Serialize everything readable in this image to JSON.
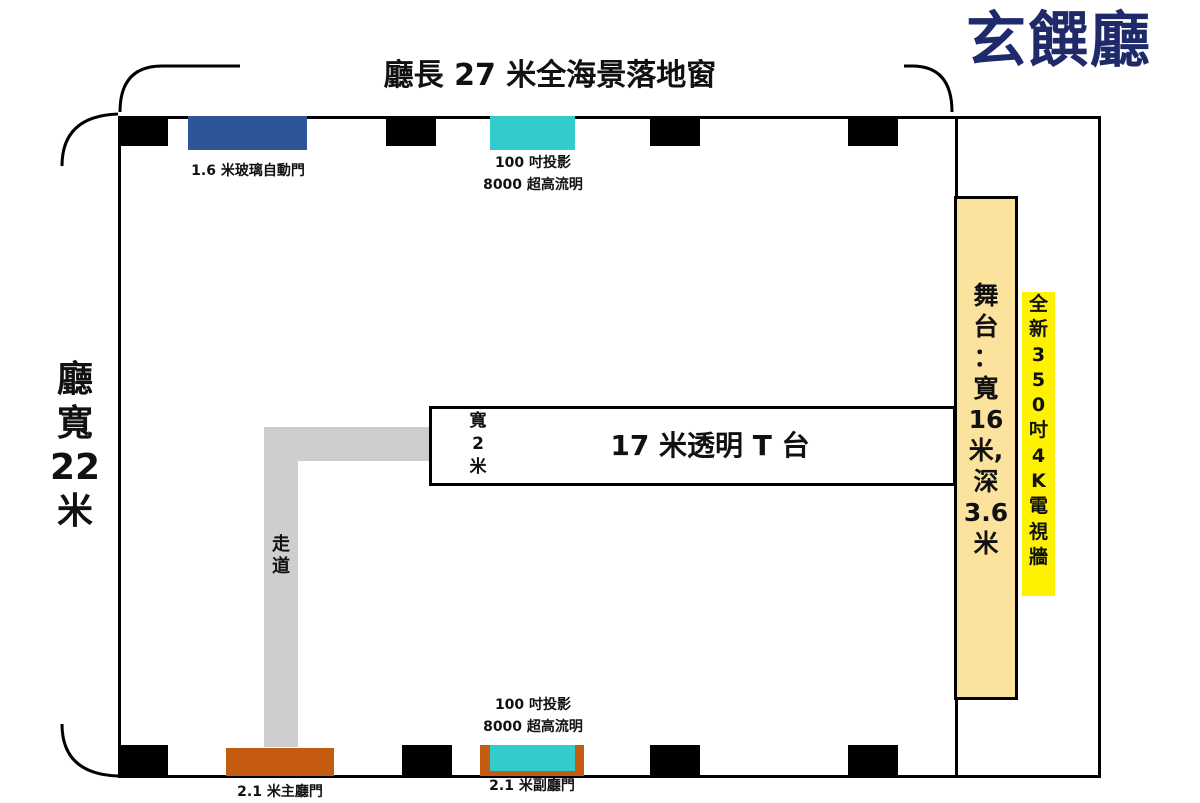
{
  "brand": "玄饌廳",
  "hall_length_label": "廳長 27 米全海景落地窗",
  "hall_width_label": [
    "廳",
    "寬",
    "22",
    "米"
  ],
  "top_door_label": "1.6 米玻璃自動門",
  "projector_top": [
    "100 吋投影",
    "8000 超高流明"
  ],
  "projector_bottom": [
    "100 吋投影",
    "8000 超高流明"
  ],
  "main_door_label": "2.1 米主廳門",
  "side_door_label": "2.1 米副廳門",
  "corridor_label": [
    "走",
    "道"
  ],
  "runway_label": "17 米透明 T 台",
  "runway_width_label": [
    "寬",
    "2",
    "米"
  ],
  "stage_label": [
    "舞",
    "台",
    "：",
    "寬",
    "16",
    "米,",
    "深",
    "3.6",
    "米"
  ],
  "led_wall_label": [
    "全",
    "新",
    "3",
    "5",
    "0",
    "吋",
    "4",
    "K",
    "電",
    "視",
    "牆"
  ],
  "colors": {
    "brand": "#1f2a6b",
    "glass_door": "#2e5597",
    "projector": "#33cccc",
    "main_door": "#c55a11",
    "corridor": "#cfcdce",
    "stage": "#fbe39d",
    "led_wall": "#fff200",
    "pillar": "#000000"
  }
}
